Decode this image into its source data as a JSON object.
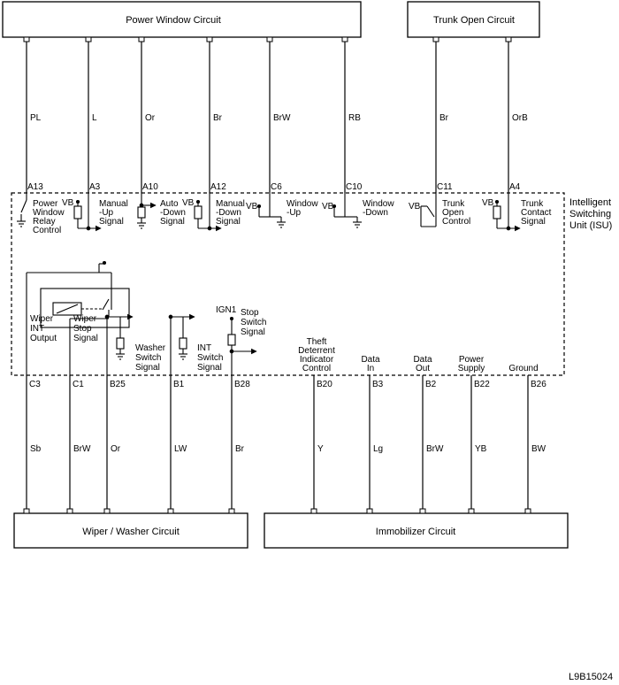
{
  "boxes": {
    "power_window": "Power Window Circuit",
    "trunk_open": "Trunk Open Circuit",
    "wiper_washer": "Wiper / Washer Circuit",
    "immobilizer": "Immobilizer Circuit"
  },
  "isu_label": [
    "Intelligent",
    "Switching",
    "Unit (ISU)"
  ],
  "vb": "VB",
  "ign1": "IGN1",
  "figure_id": "L9B15024",
  "top_pins": [
    {
      "pin": "A13",
      "wire": "PL",
      "label": [
        "Power",
        "Window",
        "Relay",
        "Control"
      ]
    },
    {
      "pin": "A3",
      "wire": "L",
      "label": [
        "Manual",
        "-Up",
        "Signal"
      ]
    },
    {
      "pin": "A10",
      "wire": "Or",
      "label": [
        "Auto",
        "-Down",
        "Signal"
      ]
    },
    {
      "pin": "A12",
      "wire": "Br",
      "label": [
        "Manual",
        "-Down",
        "Signal"
      ]
    },
    {
      "pin": "C6",
      "wire": "BrW",
      "label": [
        "Window",
        "-Up"
      ]
    },
    {
      "pin": "C10",
      "wire": "RB",
      "label": [
        "Window",
        "-Down"
      ]
    },
    {
      "pin": "C11",
      "wire": "Br",
      "label": [
        "Trunk",
        "Open",
        "Control"
      ]
    },
    {
      "pin": "A4",
      "wire": "OrB",
      "label": [
        "Trunk",
        "Contact",
        "Signal"
      ]
    }
  ],
  "bottom_pins": [
    {
      "pin": "C3",
      "wire": "Sb",
      "label": [
        "Wiper",
        "INT",
        "Output"
      ]
    },
    {
      "pin": "C1",
      "wire": "BrW",
      "label": [
        "Wiper",
        "Stop",
        "Signal"
      ]
    },
    {
      "pin": "B25",
      "wire": "Or",
      "label": [
        "Washer",
        "Switch",
        "Signal"
      ]
    },
    {
      "pin": "B1",
      "wire": "LW",
      "label": [
        "INT",
        "Switch",
        "Signal"
      ]
    },
    {
      "pin": "B28",
      "wire": "Br",
      "label": [
        "Stop",
        "Switch",
        "Signal"
      ]
    },
    {
      "pin": "B20",
      "wire": "Y",
      "label": [
        "Theft",
        "Deterrent",
        "Indicator",
        "Control"
      ]
    },
    {
      "pin": "B3",
      "wire": "Lg",
      "label": [
        "Data",
        "In"
      ]
    },
    {
      "pin": "B2",
      "wire": "BrW",
      "label": [
        "Data",
        "Out"
      ]
    },
    {
      "pin": "B22",
      "wire": "YB",
      "label": [
        "Power",
        "Supply"
      ]
    },
    {
      "pin": "B26",
      "wire": "BW",
      "label": [
        "Ground"
      ]
    }
  ]
}
